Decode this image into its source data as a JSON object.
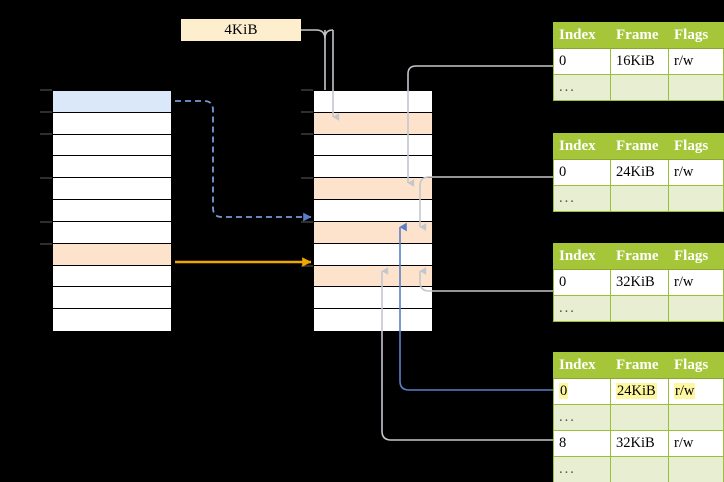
{
  "title": "Multi-level page table address translation diagram",
  "colors": {
    "table_header_bg": "#a5c639",
    "table_header_text": "#ffffff",
    "ellipsis_row_bg": "#e8eed2",
    "highlight_yellow": "#fcf7a0",
    "block_selected_blue": "#dbe8fa",
    "block_selected_peach": "#fde3cc",
    "label_bg": "#fdeecd",
    "arrow_orange": "#f0a500",
    "arrow_blue": "#5b7fc7",
    "arrow_gray": "#c8c8c8",
    "background": "#000000"
  },
  "size_label": {
    "text": "4KiB"
  },
  "left_column": {
    "name": "virtual-address-space",
    "row_count": 11,
    "rows": [
      {
        "index": 0,
        "fill": "blue"
      },
      {
        "index": 1,
        "fill": "white"
      },
      {
        "index": 2,
        "fill": "white"
      },
      {
        "index": 3,
        "fill": "white"
      },
      {
        "index": 4,
        "fill": "white"
      },
      {
        "index": 5,
        "fill": "white"
      },
      {
        "index": 6,
        "fill": "white"
      },
      {
        "index": 7,
        "fill": "peach"
      },
      {
        "index": 8,
        "fill": "white"
      },
      {
        "index": 9,
        "fill": "white"
      },
      {
        "index": 10,
        "fill": "white"
      }
    ]
  },
  "middle_column": {
    "name": "physical-memory",
    "row_count": 11,
    "rows": [
      {
        "index": 0,
        "fill": "white"
      },
      {
        "index": 1,
        "fill": "peach"
      },
      {
        "index": 2,
        "fill": "white"
      },
      {
        "index": 3,
        "fill": "white"
      },
      {
        "index": 4,
        "fill": "peach"
      },
      {
        "index": 5,
        "fill": "white"
      },
      {
        "index": 6,
        "fill": "peach"
      },
      {
        "index": 7,
        "fill": "white"
      },
      {
        "index": 8,
        "fill": "peach"
      },
      {
        "index": 9,
        "fill": "white"
      },
      {
        "index": 10,
        "fill": "white"
      }
    ]
  },
  "page_tables": [
    {
      "name": "page-table-level-1",
      "headers": [
        "Index",
        "Frame",
        "Flags"
      ],
      "rows": [
        {
          "cells": [
            "0",
            "16KiB",
            "r/w"
          ],
          "kind": "value",
          "highlight": false
        },
        {
          "cells": [
            "...",
            "",
            ""
          ],
          "kind": "ellipsis",
          "highlight": false
        }
      ]
    },
    {
      "name": "page-table-level-2",
      "headers": [
        "Index",
        "Frame",
        "Flags"
      ],
      "rows": [
        {
          "cells": [
            "0",
            "24KiB",
            "r/w"
          ],
          "kind": "value",
          "highlight": false
        },
        {
          "cells": [
            "...",
            "",
            ""
          ],
          "kind": "ellipsis",
          "highlight": false
        }
      ]
    },
    {
      "name": "page-table-level-3",
      "headers": [
        "Index",
        "Frame",
        "Flags"
      ],
      "rows": [
        {
          "cells": [
            "0",
            "32KiB",
            "r/w"
          ],
          "kind": "value",
          "highlight": false
        },
        {
          "cells": [
            "...",
            "",
            ""
          ],
          "kind": "ellipsis",
          "highlight": false
        }
      ]
    },
    {
      "name": "page-table-level-4",
      "headers": [
        "Index",
        "Frame",
        "Flags"
      ],
      "rows": [
        {
          "cells": [
            "0",
            "24KiB",
            "r/w"
          ],
          "kind": "value",
          "highlight": true
        },
        {
          "cells": [
            "...",
            "",
            ""
          ],
          "kind": "ellipsis",
          "highlight": false
        },
        {
          "cells": [
            "8",
            "32KiB",
            "r/w"
          ],
          "kind": "value",
          "highlight": false
        },
        {
          "cells": [
            "...",
            "",
            ""
          ],
          "kind": "ellipsis",
          "highlight": false
        }
      ]
    }
  ]
}
